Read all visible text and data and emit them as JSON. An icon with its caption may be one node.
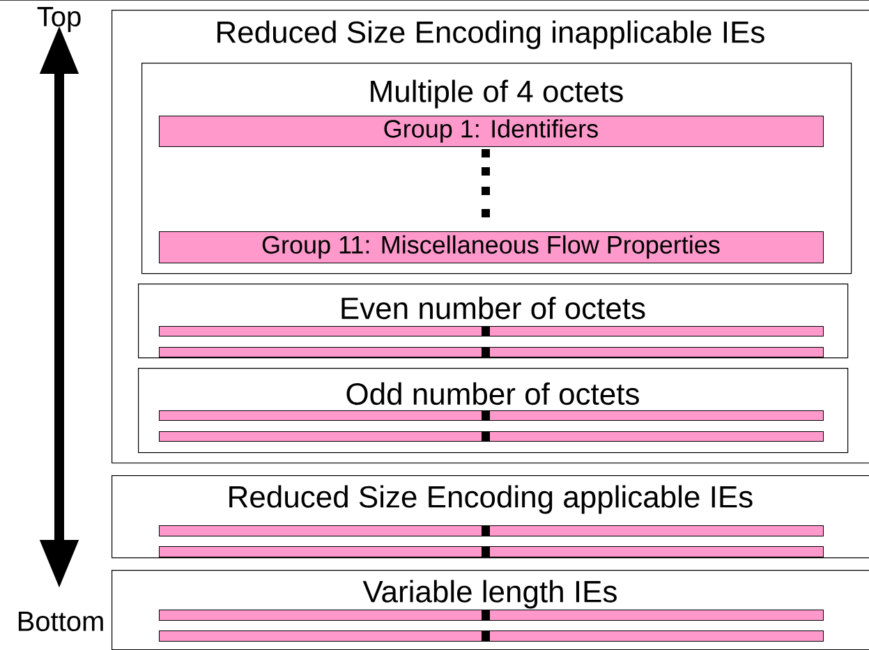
{
  "diagram": {
    "nodes": [
      {
        "text": [
          "Reduced Size Encoding inapplicable IEs"
        ]
      },
      {
        "text": [
          "Multiple of 4 octets"
        ],
        "in": 0
      },
      {
        "text": [
          "Group 1: Identifiers"
        ],
        "in": 1
      },
      {
        "text": [
          "Group 11: Miscellaneous Flow Properties"
        ],
        "in": 1
      },
      {
        "text": [
          "Even number of octets"
        ],
        "in": 0
      },
      {
        "text": [],
        "shape": "bar",
        "in": 4
      },
      {
        "text": [],
        "shape": "bar",
        "in": 4
      },
      {
        "text": [
          "Odd number of octets"
        ],
        "in": 0
      },
      {
        "text": [],
        "shape": "bar",
        "in": 7
      },
      {
        "text": [],
        "shape": "bar",
        "in": 7
      },
      {
        "text": [
          "Reduced Size Encoding applicable IEs"
        ]
      },
      {
        "text": [],
        "shape": "bar",
        "in": 10
      },
      {
        "text": [],
        "shape": "bar",
        "in": 10
      },
      {
        "text": [
          "Variable length IEs"
        ]
      },
      {
        "text": [],
        "shape": "bar",
        "in": 13
      },
      {
        "text": [],
        "shape": "bar",
        "in": 13
      }
    ],
    "labels": [
      "Top",
      "Bottom"
    ]
  }
}
